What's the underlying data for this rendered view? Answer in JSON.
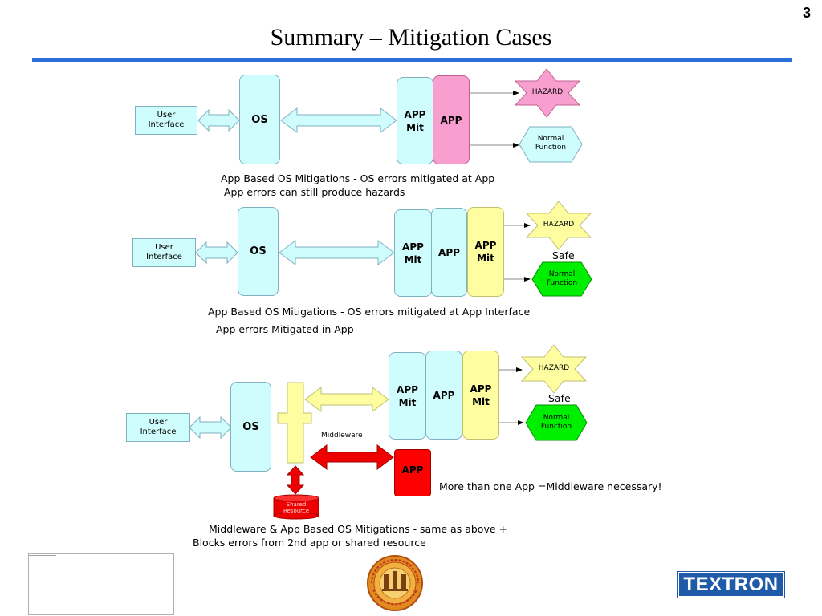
{
  "slide": {
    "number": "3",
    "title": "Summary – Mitigation Cases"
  },
  "colors": {
    "accent_bar": "#2b6fd8",
    "cyan_box": "#cffcfc",
    "pink_box": "#f99fd0",
    "yellow_box": "#fefea0",
    "hazard_pink": "#f99fd0",
    "hazard_yellow": "#fefea0",
    "normal_green": "#00ee00",
    "red": "#ff0000",
    "textron_blue": "#1e5aa8"
  },
  "case1": {
    "user_interface": "User\nInterface",
    "os": "OS",
    "app_mit": "APP\nMit",
    "app": "APP",
    "hazard": "HAZARD",
    "normal_function": "Normal\nFunction",
    "caption_line1": "App Based OS Mitigations - OS errors mitigated at App",
    "caption_line2": "App errors can still produce hazards"
  },
  "case2": {
    "user_interface": "User\nInterface",
    "os": "OS",
    "app_mit_left": "APP\nMit",
    "app": "APP",
    "app_mit_right": "APP\nMit",
    "hazard": "HAZARD",
    "safe": "Safe",
    "normal_function": "Normal\nFunction",
    "caption_line1": "App Based OS Mitigations - OS errors mitigated at App Interface",
    "caption_line2": "App errors Mitigated in App"
  },
  "case3": {
    "user_interface": "User\nInterface",
    "os": "OS",
    "app_mit_left": "APP\nMit",
    "app": "APP",
    "app_mit_right": "APP\nMit",
    "hazard": "HAZARD",
    "safe": "Safe",
    "normal_function": "Normal\nFunction",
    "middleware": "Middleware",
    "app_second": "APP",
    "shared_resource": "Shared\nResource",
    "note": "More than one App =Middleware necessary!",
    "caption_line1": "Middleware & App Based OS Mitigations - same as above +",
    "caption_line2": "Blocks errors from 2nd app or shared resource"
  },
  "footer": {
    "logo_brand": "TEXTRON"
  }
}
